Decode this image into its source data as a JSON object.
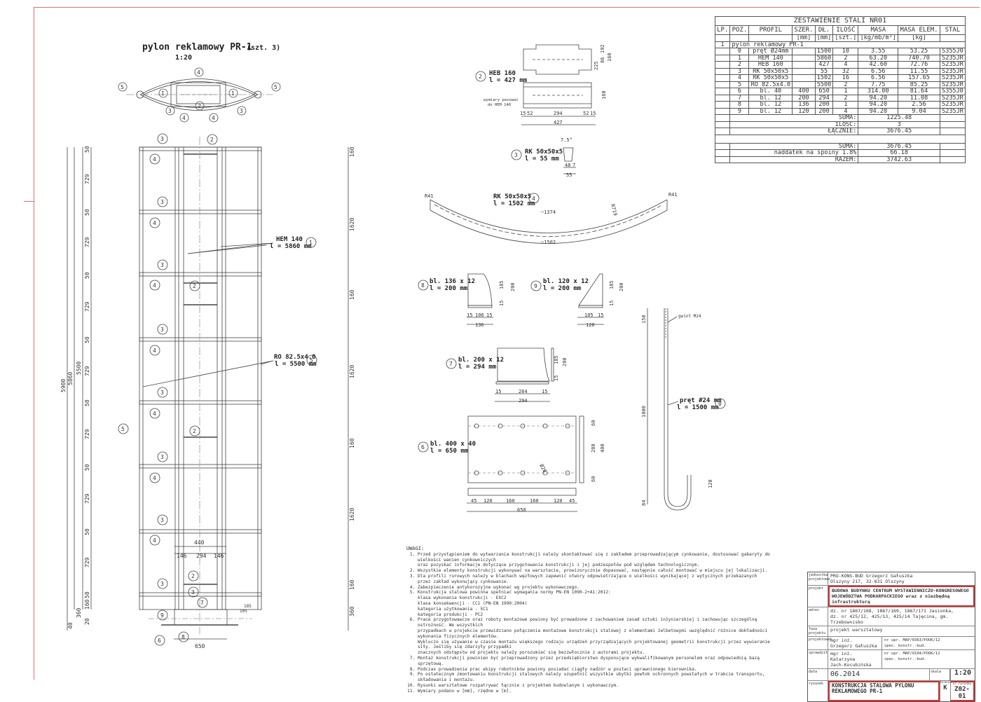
{
  "drawing": {
    "main_title": "pylon reklamowy PR-1",
    "main_qty": "(szt. 3)",
    "main_scale": "1:20",
    "section_labels": [
      "4",
      "5",
      "1",
      "2",
      "3"
    ],
    "dims_vertical_left": [
      "5900",
      "5860",
      "5500"
    ],
    "dims_segments": [
      "729",
      "729",
      "729",
      "729",
      "729",
      "729",
      "729"
    ],
    "dims_fifty": "50",
    "dims_bottom": [
      "360",
      "160",
      "20",
      "40"
    ],
    "dims_right": [
      "160",
      "1620",
      "160",
      "1620",
      "160",
      "1620",
      "160",
      "360"
    ],
    "width_dims": [
      "440",
      "146",
      "294",
      "146"
    ],
    "base_width": "650",
    "base_dims_small": [
      "185",
      "105"
    ],
    "callout_1": {
      "profile": "HEM 140",
      "length": "l = 5860 mm",
      "num": "1"
    },
    "callout_5": {
      "profile": "RO 82.5x4.0",
      "length": "l = 5500 mm",
      "num": "5"
    }
  },
  "parts": {
    "p2": {
      "num": "2",
      "profile": "HEB 160",
      "length": "l = 427 mm",
      "note_line1": "wymiary pasować",
      "note_line2": "do HEM 140",
      "dims_right": [
        "192",
        "86",
        "225",
        "160"
      ],
      "dims_side": "160",
      "dims_bottom": [
        "15",
        "52",
        "294",
        "52",
        "15"
      ],
      "total": "427"
    },
    "p3": {
      "num": "3",
      "profile": "RK 50x50x5",
      "length": "l = 55 mm",
      "angle": "7.5°",
      "dims": [
        "48",
        "7",
        "55"
      ]
    },
    "p4": {
      "num": "4",
      "profile": "RK 50x50x5",
      "length": "l = 1502 mm",
      "r_left": "R41",
      "r_right": "R41",
      "r_big": "R719",
      "arc_inner": "⌒1374",
      "arc_outer": "⌒1502"
    },
    "p8": {
      "num": "8",
      "profile": "bl. 136 x 12",
      "length": "l = 200 mm",
      "dims_h": [
        "185",
        "200",
        "15"
      ],
      "dims_w": [
        "15",
        "106",
        "15"
      ],
      "total": "136"
    },
    "p9": {
      "num": "9",
      "profile": "bl. 120 x 12",
      "length": "l = 200 mm",
      "dims_h": [
        "185",
        "200",
        "15"
      ],
      "dims_w": [
        "105",
        "15"
      ],
      "total": "120"
    },
    "p7": {
      "num": "7",
      "profile": "bl. 200 x 12",
      "length": "l = 294 mm",
      "dims_h": [
        "185",
        "200",
        "15"
      ],
      "dims_w": [
        "15",
        "264",
        "15"
      ],
      "total": "294"
    },
    "p6": {
      "num": "6",
      "profile": "bl. 400 x 40",
      "length": "l = 650 mm",
      "hole": "Ø26",
      "dims_right": [
        "60",
        "280",
        "400",
        "60"
      ],
      "dims_w": [
        "45",
        "120",
        "160",
        "160",
        "120",
        "45"
      ],
      "total": "650"
    },
    "p0": {
      "num": "0",
      "profile": "pręt #24 mm",
      "length": "l = 1500 mm",
      "thread": "gwint M24",
      "dims": [
        "150",
        "1000",
        "120",
        "84"
      ]
    }
  },
  "steel_table": {
    "title": "ZESTAWIENIE STALI NR01",
    "headers": [
      "LP.",
      "POZ.",
      "PROFIL",
      "SZER.",
      "DŁ.",
      "ILOŚĆ",
      "MASA",
      "MASA ELEM.",
      "STAL"
    ],
    "units": [
      "",
      "",
      "",
      "[mm]",
      "[mm]",
      "[szt.]",
      "[kg/mb/m²]",
      "[kg]",
      ""
    ],
    "group_lp": "I",
    "group_name": "pylon reklamowy PR-1",
    "rows": [
      [
        "0",
        "pręt Ø24mm",
        "",
        "1500",
        "10",
        "3.55",
        "53.25",
        "S355J0"
      ],
      [
        "1",
        "HEM 140",
        "",
        "5860",
        "2",
        "63.20",
        "740.70",
        "S235JR"
      ],
      [
        "2",
        "HEB 160",
        "",
        "427",
        "4",
        "42.60",
        "72.76",
        "S235JR"
      ],
      [
        "3",
        "RK 50x50x5",
        "",
        "55",
        "32",
        "6.56",
        "11.55",
        "S235JR"
      ],
      [
        "4",
        "RK 50x50x5",
        "",
        "1502",
        "16",
        "6.56",
        "157.65",
        "S235JR"
      ],
      [
        "5",
        "RO 82.5x4.0",
        "",
        "5500",
        "2",
        "7.75",
        "85.25",
        "S235JR"
      ],
      [
        "6",
        "bl. 40",
        "400",
        "650",
        "1",
        "314.00",
        "81.64",
        "S355J0"
      ],
      [
        "7",
        "bl. 12",
        "200",
        "294",
        "2",
        "94.20",
        "11.08",
        "S235JR"
      ],
      [
        "8",
        "bl. 12",
        "136",
        "200",
        "1",
        "94.20",
        "2.56",
        "S235JR"
      ],
      [
        "9",
        "bl. 12",
        "120",
        "200",
        "4",
        "94.20",
        "9.04",
        "S235JR"
      ]
    ],
    "suma_label": "SUMA:",
    "suma_value": "1225.48",
    "ilosc_label": "ILOŚĆ:",
    "ilosc_value": "3",
    "lacznie_label": "ŁĄCZNIE:",
    "lacznie_value": "3676.45",
    "suma2_label": "SUMA:",
    "suma2_value": "3676.45",
    "naddatek_label": "naddatek na spoiny 1.8%",
    "naddatek_value": "66.18",
    "razem_label": "RAZEM:",
    "razem_value": "3742.63"
  },
  "notes": {
    "title": "UWAGI:",
    "items": [
      "Przed przystąpieniem do wytwarzania konstrukcji należy skontaktować się z zakładem przeprowadzającym cynkowanie, dostosować gabaryty do wielkości wanien cynkowniczych\noraz pozyskać informacje dotyczące przygotowania konstrukcji i jej podzespołów pod względem technologicznym.",
      "Wszystkie elementy konstrukcji wykonywać na warsztacie, prowizorycznie dopasować, następnie całość montować w miejscu jej lokalizacji.",
      "Dla profili rurowych należy w blachach węzłowych zapewnić otwory odpowietrzające o wielkości wynikającej z wytycznych przekazanych przez zakład wykonujący cynkowanie.",
      "Zabezpieczenie antykorozyjne wykonać wg projektu wykonawczego.",
      "Konstrukcja stalowa powinna spełniać wymagania normy PN-EN 1090-2+A1:2012:\nklasa wykonania konstrukcji - EXC2\nklasa konsekwencji - CC1 (PN-EN 1990:2004)\nkategoria użytkowania - SC1\nkategoria produkcji - PC2",
      "Prace przygotowawcze oraz roboty montażowe powinny być prowadzone z zachowaniem zasad sztuki inżynierskiej i zachowując szczególną ostrożność. We wszystkich\nprzypadkach w projekcie przewidziano połączenia montażowe konstrukcji stalowej z elementami żelbetowymi uwzględnić różnice dokładności wykonania fizycznych elementów.\nWykluczo się używanie w czasie montażu większego rodzaju urządzeń przyrządzających projektowanej geometrii konstrukcji przez wywieranie siły. Jeśliby się zdarzyły przypadki\nznacznych odstępstw od projektu należy porozumieć się bezzwłocznie z autorami projektu.",
      "Montaż konstrukcji powinien być przeprowadzony przez przedsiębiorstwo dysponujące wykwalifikowanym personelem oraz odpowiednią bazą sprzętową.",
      "Podczas prowadzenia prac ekipy robotników powinny posiadać ciągły nadzór w postaci uprawnionego kierownika.",
      "Po ostatecznym zmontowaniu konstrukcji stalowych należy uzupełnić wszystkie ubytki powłok ochronnych powstałych w trakcie transportu, składowania i montażu.",
      "Rysunki warsztatowe rozpatrywać łącznie z projektem budowlanym i wykonawczym.",
      "Wymiary podano w [mm], rzędne w [m]."
    ]
  },
  "title_block": {
    "lbl_firm": "jednostka projektowa",
    "firm_line1": "PRO-KONS-BUD Grzegorz Gałuszka",
    "firm_line2": "Olszyny 217, 32-831 Olszyny",
    "lbl_project": "projekt",
    "project_line1": "BUDOWA BUDYNKU CENTRUM WYSTAWIENNICZO-KONGRESOWEGO",
    "project_line2": "WOJEWÓDZTWA PODKARPACKIEGO wraz z niezbędną infrastrukturą",
    "lbl_address": "adres",
    "address_line1": "dz. nr 1867/168, 1867/169, 1867/171 Jasionka,",
    "address_line2": "dz. nr 425/12, 425/13, 425/14 Tajęcina, gm. Trzebownisko",
    "lbl_phase": "faza projektu",
    "phase": "projekt warsztatowy",
    "lbl_designer": "projektował",
    "designer_line1": "mgr inż.",
    "designer_line2": "Grzegorz Gałuszka",
    "designer_lic": "nr upr. MAP/0363/POOK/12",
    "designer_spec": "spec. konstr.-bud.",
    "lbl_checker": "sprawdził",
    "checker_line1": "mgr inż. Katarzyna",
    "checker_line2": "Jach-Kocubińska",
    "checker_lic": "nr upr. MAP/0104/POOK/12",
    "checker_spec": "spec. konstr.-bud.",
    "lbl_date": "data",
    "date": "06.2014",
    "lbl_scale": "skala",
    "scale": "1:20",
    "lbl_drawing": "rysunek",
    "drawing_line1": "KONSTRUKCJA STALOWA PYLONU",
    "drawing_line2": "REKLAMOWEGO PR-1",
    "branch": "K",
    "lbl_branch": "branża",
    "lbl_sheet": "nr rysunku",
    "sheet_no": "Z02-01"
  }
}
